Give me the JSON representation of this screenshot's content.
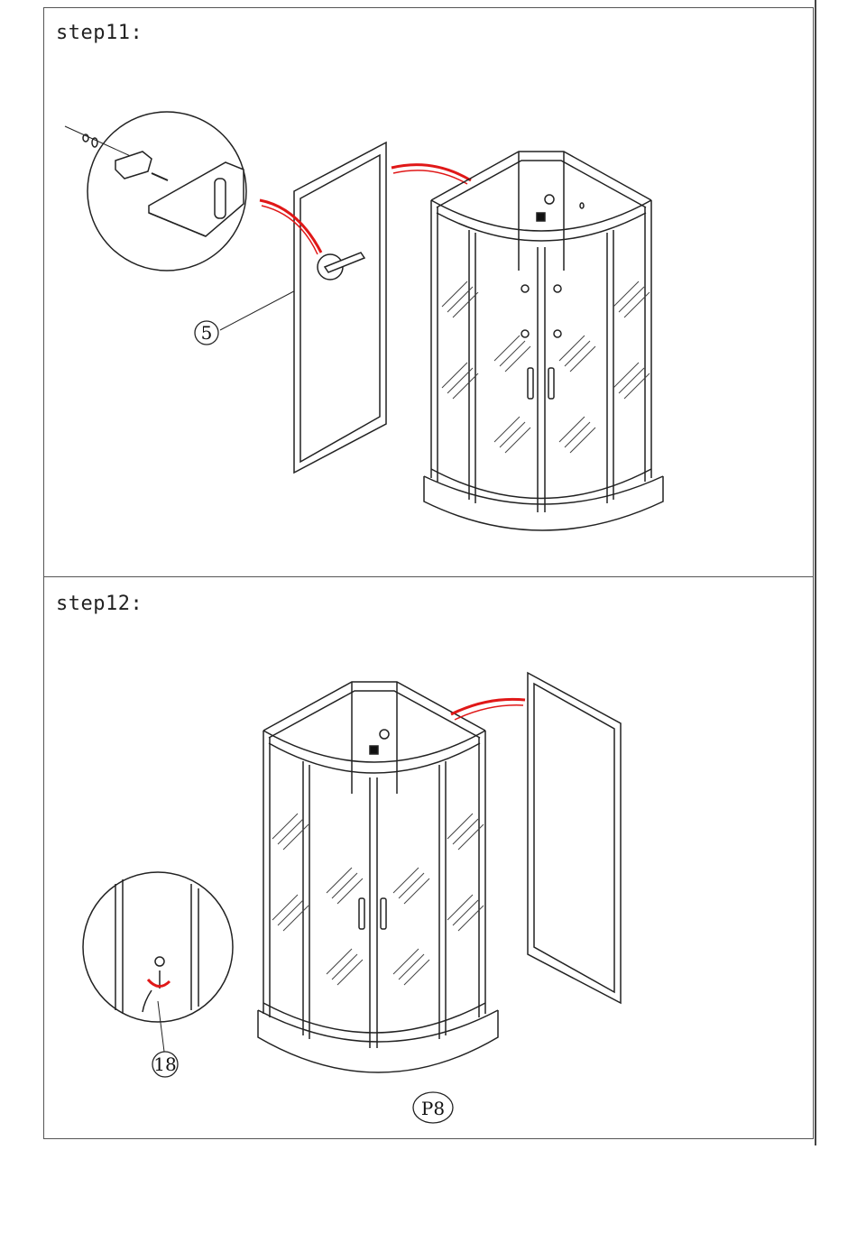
{
  "steps": [
    {
      "label": "step11:",
      "callout": "5"
    },
    {
      "label": "step12:",
      "callout": "18"
    }
  ],
  "page_number": "P8",
  "colors": {
    "line": "#222222",
    "arrow": "#e01818",
    "frame": "#555555"
  }
}
